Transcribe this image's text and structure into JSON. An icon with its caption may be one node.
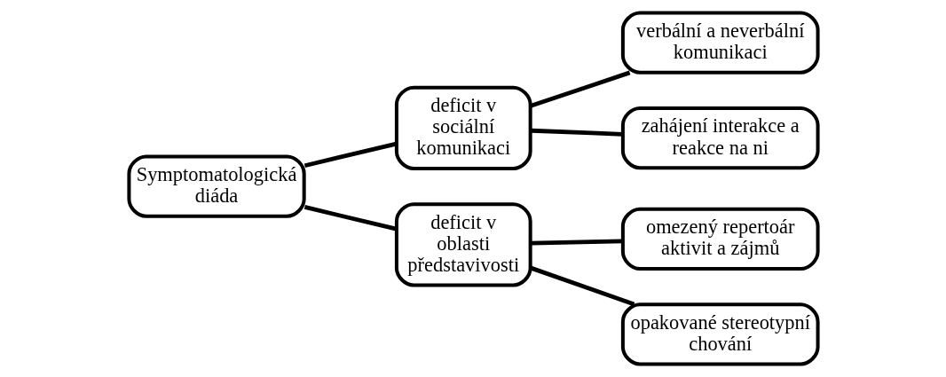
{
  "diagram": {
    "nodes": [
      {
        "text": [
          "Symptomatologická diáda"
        ]
      },
      {
        "text": [
          "deficit v sociální komunikaci"
        ]
      },
      {
        "text": [
          "verbální a neverbální komunikaci"
        ]
      },
      {
        "text": [
          "zahájení interakce a reakce na ni"
        ]
      },
      {
        "text": [
          "deficit v oblasti představivosti"
        ]
      },
      {
        "text": [
          "omezený repertoár aktivit a zájmů"
        ]
      },
      {
        "text": [
          "opakované stereotypní chování"
        ]
      }
    ],
    "edges": [
      {
        "from": 0,
        "to": 1,
        "arrow": "none"
      },
      {
        "from": 0,
        "to": 4,
        "arrow": "none"
      },
      {
        "from": 1,
        "to": 2,
        "arrow": "none"
      },
      {
        "from": 1,
        "to": 3,
        "arrow": "none"
      },
      {
        "from": 4,
        "to": 5,
        "arrow": "none"
      },
      {
        "from": 4,
        "to": 6,
        "arrow": "none"
      }
    ]
  }
}
